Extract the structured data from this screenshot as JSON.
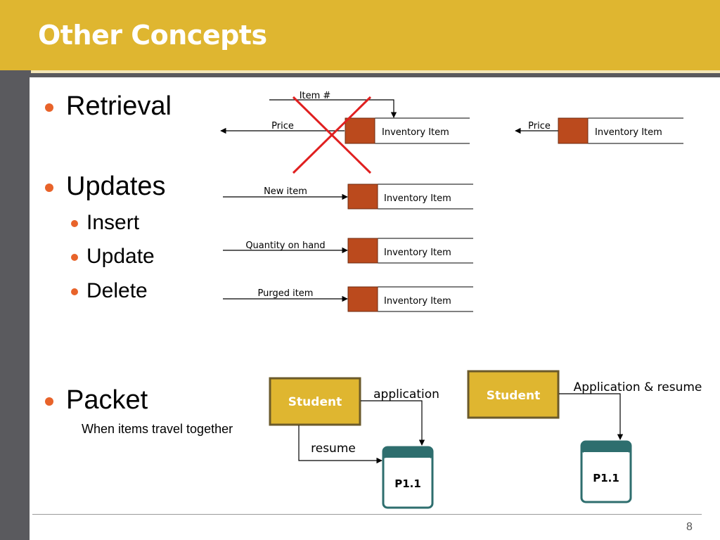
{
  "slide": {
    "title": "Other Concepts",
    "page_number": "8"
  },
  "bullets": {
    "retrieval": "Retrieval",
    "updates": "Updates",
    "insert": "Insert",
    "update": "Update",
    "delete": "Delete",
    "packet": "Packet",
    "packet_note": "When items travel together"
  },
  "retrieval_diagram": {
    "input_label": "Item #",
    "output_label": "Price",
    "store_label": "Inventory Item",
    "alt_output_label": "Price",
    "alt_store_label": "Inventory Item"
  },
  "updates_diagram": {
    "insert_flow": "New item",
    "update_flow": "Quantity on hand",
    "delete_flow": "Purged item",
    "store_label": "Inventory Item"
  },
  "packet_diagram": {
    "entity": "Student",
    "flow_application": "application",
    "flow_resume": "resume",
    "process": "P1.1",
    "combined_entity": "Student",
    "combined_flow": "Application & resume",
    "combined_process": "P1.1"
  },
  "colors": {
    "header": "#dfb630",
    "sidebar": "#5a5a5e",
    "bullet": "#e8632a",
    "store_box": "#bb4a1d",
    "entity_fill": "#dfb630",
    "entity_border": "#6b5a2a",
    "process_border": "#2e6e6e",
    "cross": "#e02020"
  },
  "icons": {
    "cross": "x-mark-icon"
  }
}
